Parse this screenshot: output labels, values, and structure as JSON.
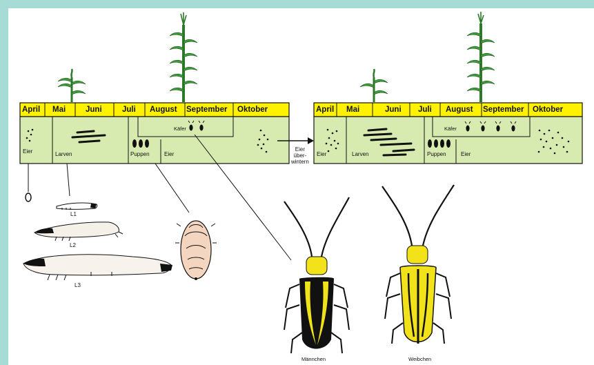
{
  "cycle_1": {
    "months": [
      "April",
      "Mai",
      "Juni",
      "Juli",
      "August",
      "September",
      "Oktober"
    ],
    "stages": {
      "eggs": "Eier",
      "larvae": "Larven",
      "pupae": "Puppen",
      "eggs_late": "Eier",
      "beetles": "Käfer"
    }
  },
  "cycle_2": {
    "months": [
      "April",
      "Mai",
      "Juni",
      "Juli",
      "August",
      "September",
      "Oktober"
    ],
    "stages": {
      "eggs": "Eier",
      "larvae": "Larven",
      "pupae": "Puppen",
      "eggs_late": "Eier",
      "beetles": "Käfer"
    }
  },
  "overwinter": {
    "line1": "Eier",
    "line2": "über-",
    "line3": "wintern"
  },
  "larval_instars": [
    "L1",
    "L2",
    "L3"
  ],
  "beetles": {
    "male": "Männchen",
    "female": "Weibchen"
  },
  "colors": {
    "frame": "#a7dcd6",
    "months_bar": "#fff200",
    "stages_bg": "#d7eab0",
    "beetle_yellow": "#f2e21a",
    "plant_green": "#3f9a3a"
  }
}
